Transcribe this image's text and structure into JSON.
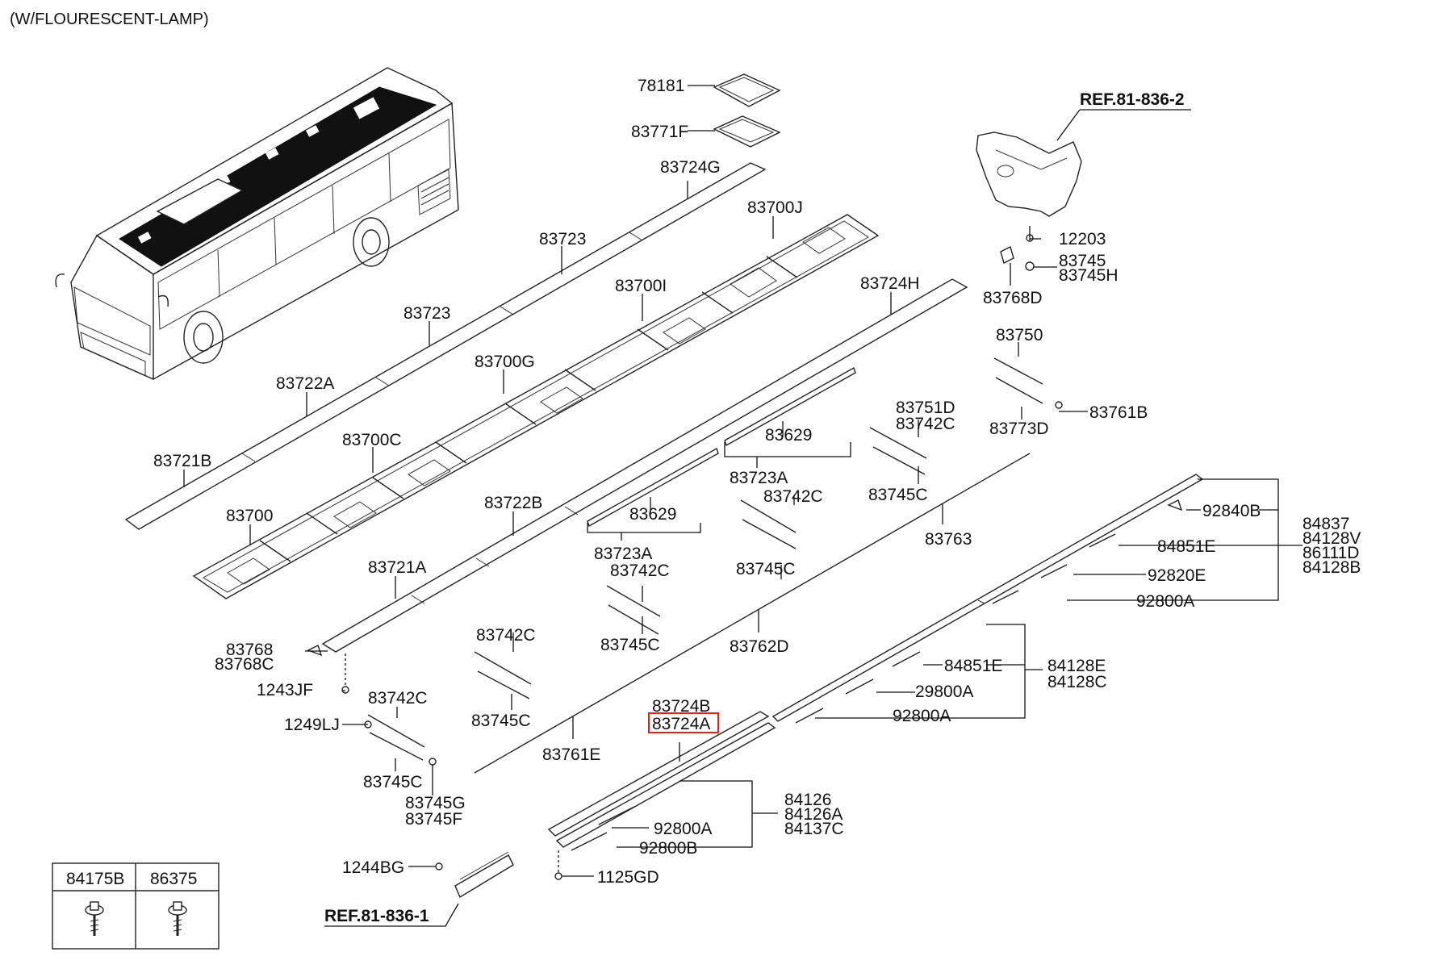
{
  "header": {
    "title": "(W/FLOURESCENT-LAMP)"
  },
  "labels": {
    "p78181": "78181",
    "p83771F": "83771F",
    "p83724G": "83724G",
    "p83723_a": "83723",
    "p83723_b": "83723",
    "p83700J": "83700J",
    "p83700I": "83700I",
    "p83724H": "83724H",
    "p83722A": "83722A",
    "p83700G": "83700G",
    "p83721B": "83721B",
    "p83700C": "83700C",
    "p83700": "83700",
    "p83722B": "83722B",
    "p83629_a": "83629",
    "p83629_b": "83629",
    "p83723A_a": "83723A",
    "p83723A_b": "83723A",
    "p83721A": "83721A",
    "p83768": "83768",
    "p83768C": "83768C",
    "p1243JF": "1243JF",
    "p1249LJ": "1249LJ",
    "p83742C_a": "83742C",
    "p83742C_b": "83742C",
    "p83742C_c": "83742C",
    "p83742C_d": "83742C",
    "p83742C_e": "83742C",
    "p83745C_a": "83745C",
    "p83745C_b": "83745C",
    "p83745C_c": "83745C",
    "p83745C_d": "83745C",
    "p83745C_e": "83745C",
    "p83745G": "83745G",
    "p83745F": "83745F",
    "p83751D": "83751D",
    "p83763": "83763",
    "p83762D": "83762D",
    "p83761E": "83761E",
    "p83724B": "83724B",
    "p83724A": "83724A",
    "p1244BG": "1244BG",
    "p1125GD": "1125GD",
    "p84126": "84126",
    "p84126A": "84126A",
    "p84137C": "84137C",
    "p92800A_a": "92800A",
    "p92800A_b": "92800A",
    "p92800A_c": "92800A",
    "p92800B": "92800B",
    "p84851E_a": "84851E",
    "p84851E_b": "84851E",
    "p29800A": "29800A",
    "p84128E": "84128E",
    "p84128C": "84128C",
    "p92840B": "92840B",
    "p92820E": "92820E",
    "p84837": "84837",
    "p84128V": "84128V",
    "p86111D": "86111D",
    "p84128B": "84128B",
    "p83750": "83750",
    "p83773D": "83773D",
    "p83761B": "83761B",
    "p12203": "12203",
    "p83745": "83745",
    "p83745H": "83745H",
    "p83768D": "83768D",
    "ref1": "REF.81-836-1",
    "ref2": "REF.81-836-2"
  },
  "legend": {
    "col1": "84175B",
    "col2": "86375"
  },
  "highlight_color": "#e0201c"
}
